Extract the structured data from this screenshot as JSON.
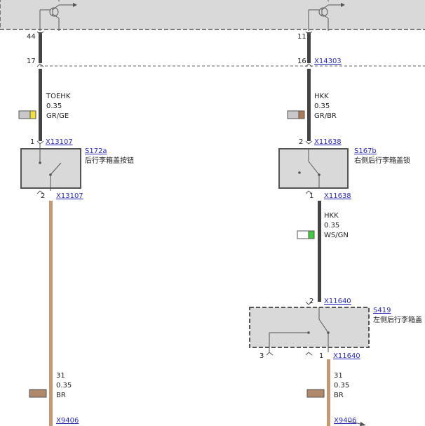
{
  "top_pins": {
    "left": "44",
    "right": "11"
  },
  "connector_row": {
    "left_pin": "17",
    "right_pin": "16",
    "right_link": "X14303"
  },
  "wire_toehk": {
    "code": "TOEHK",
    "size": "0.35",
    "color": "GR/GE",
    "stripe": "#f4e23a"
  },
  "wire_hkk_upper": {
    "code": "HKK",
    "size": "0.35",
    "color": "GR/BR",
    "stripe": "#b07a52"
  },
  "switch_s172a": {
    "name": "S172a",
    "desc": "后行李箱盖按钮",
    "in_pin": "1",
    "in_link": "X13107",
    "out_pin": "2",
    "out_link": "X13107"
  },
  "switch_s167b": {
    "name": "S167b",
    "desc": "右侧后行李箱盖锁",
    "in_pin": "2",
    "in_link": "X11638",
    "out_pin": "1",
    "out_link": "X11638"
  },
  "wire_hkk_lower": {
    "code": "HKK",
    "size": "0.35",
    "color": "WS/GN",
    "stripe": "#3ecb3e"
  },
  "switch_s419": {
    "name": "S419",
    "desc": "左侧后行李箱盖",
    "in_pin": "2",
    "in_link": "X11640",
    "side_pin": "3",
    "out_pin": "1",
    "out_link": "X11640"
  },
  "ground_left": {
    "code": "31",
    "size": "0.35",
    "color": "BR",
    "link": "X9406"
  },
  "ground_right": {
    "code": "31",
    "size": "0.35",
    "color": "BR",
    "link": "X9406"
  },
  "colors": {
    "wire_dark": "#444444",
    "wire_brown": "#c39a72",
    "link": "#2b2bbd",
    "component_fill": "#d9d9d9"
  }
}
